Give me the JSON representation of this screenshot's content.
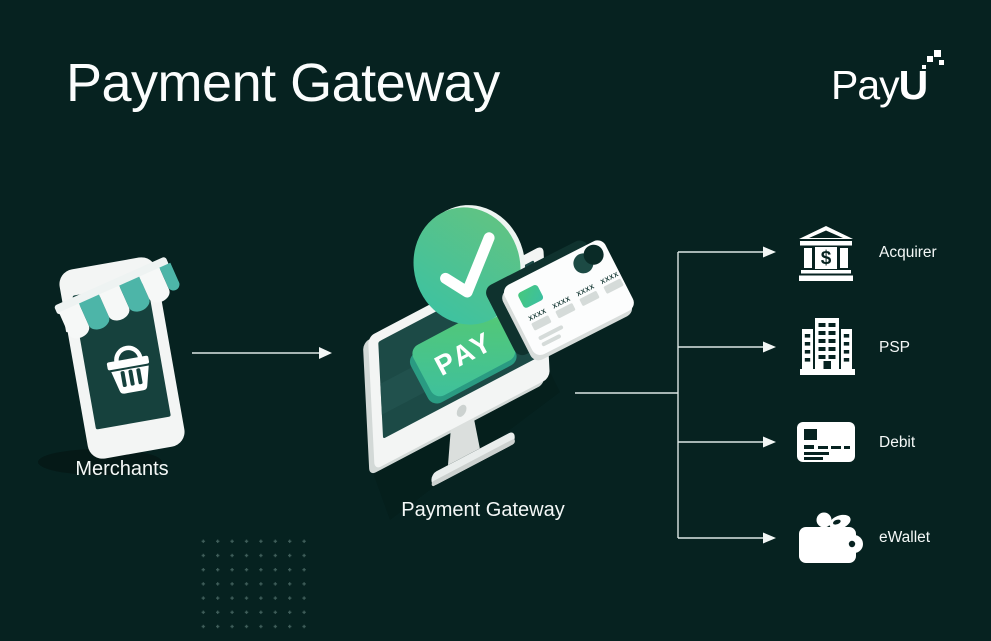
{
  "title": "Payment Gateway",
  "logo": {
    "text_regular": "Pay",
    "text_bold": "U"
  },
  "merchant": {
    "label": "Merchants"
  },
  "gateway": {
    "label": "Payment Gateway",
    "button_label": "PAY",
    "card_groups": [
      "XXXX",
      "XXXX",
      "XXXX",
      "XXXX"
    ]
  },
  "destinations": [
    {
      "label": "Acquirer",
      "icon": "bank-icon"
    },
    {
      "label": "PSP",
      "icon": "office-building-icon"
    },
    {
      "label": "Debit",
      "icon": "debit-card-icon"
    },
    {
      "label": "eWallet",
      "icon": "wallet-icon"
    }
  ],
  "icons": {
    "bank_currency_symbol": "$"
  },
  "colors": {
    "background": "#062220",
    "teal_accent": "#4db5a8",
    "green_accent": "#55c973",
    "screen_teal": "#1c4a46",
    "line": "#dce6e4",
    "white": "#ffffff"
  }
}
